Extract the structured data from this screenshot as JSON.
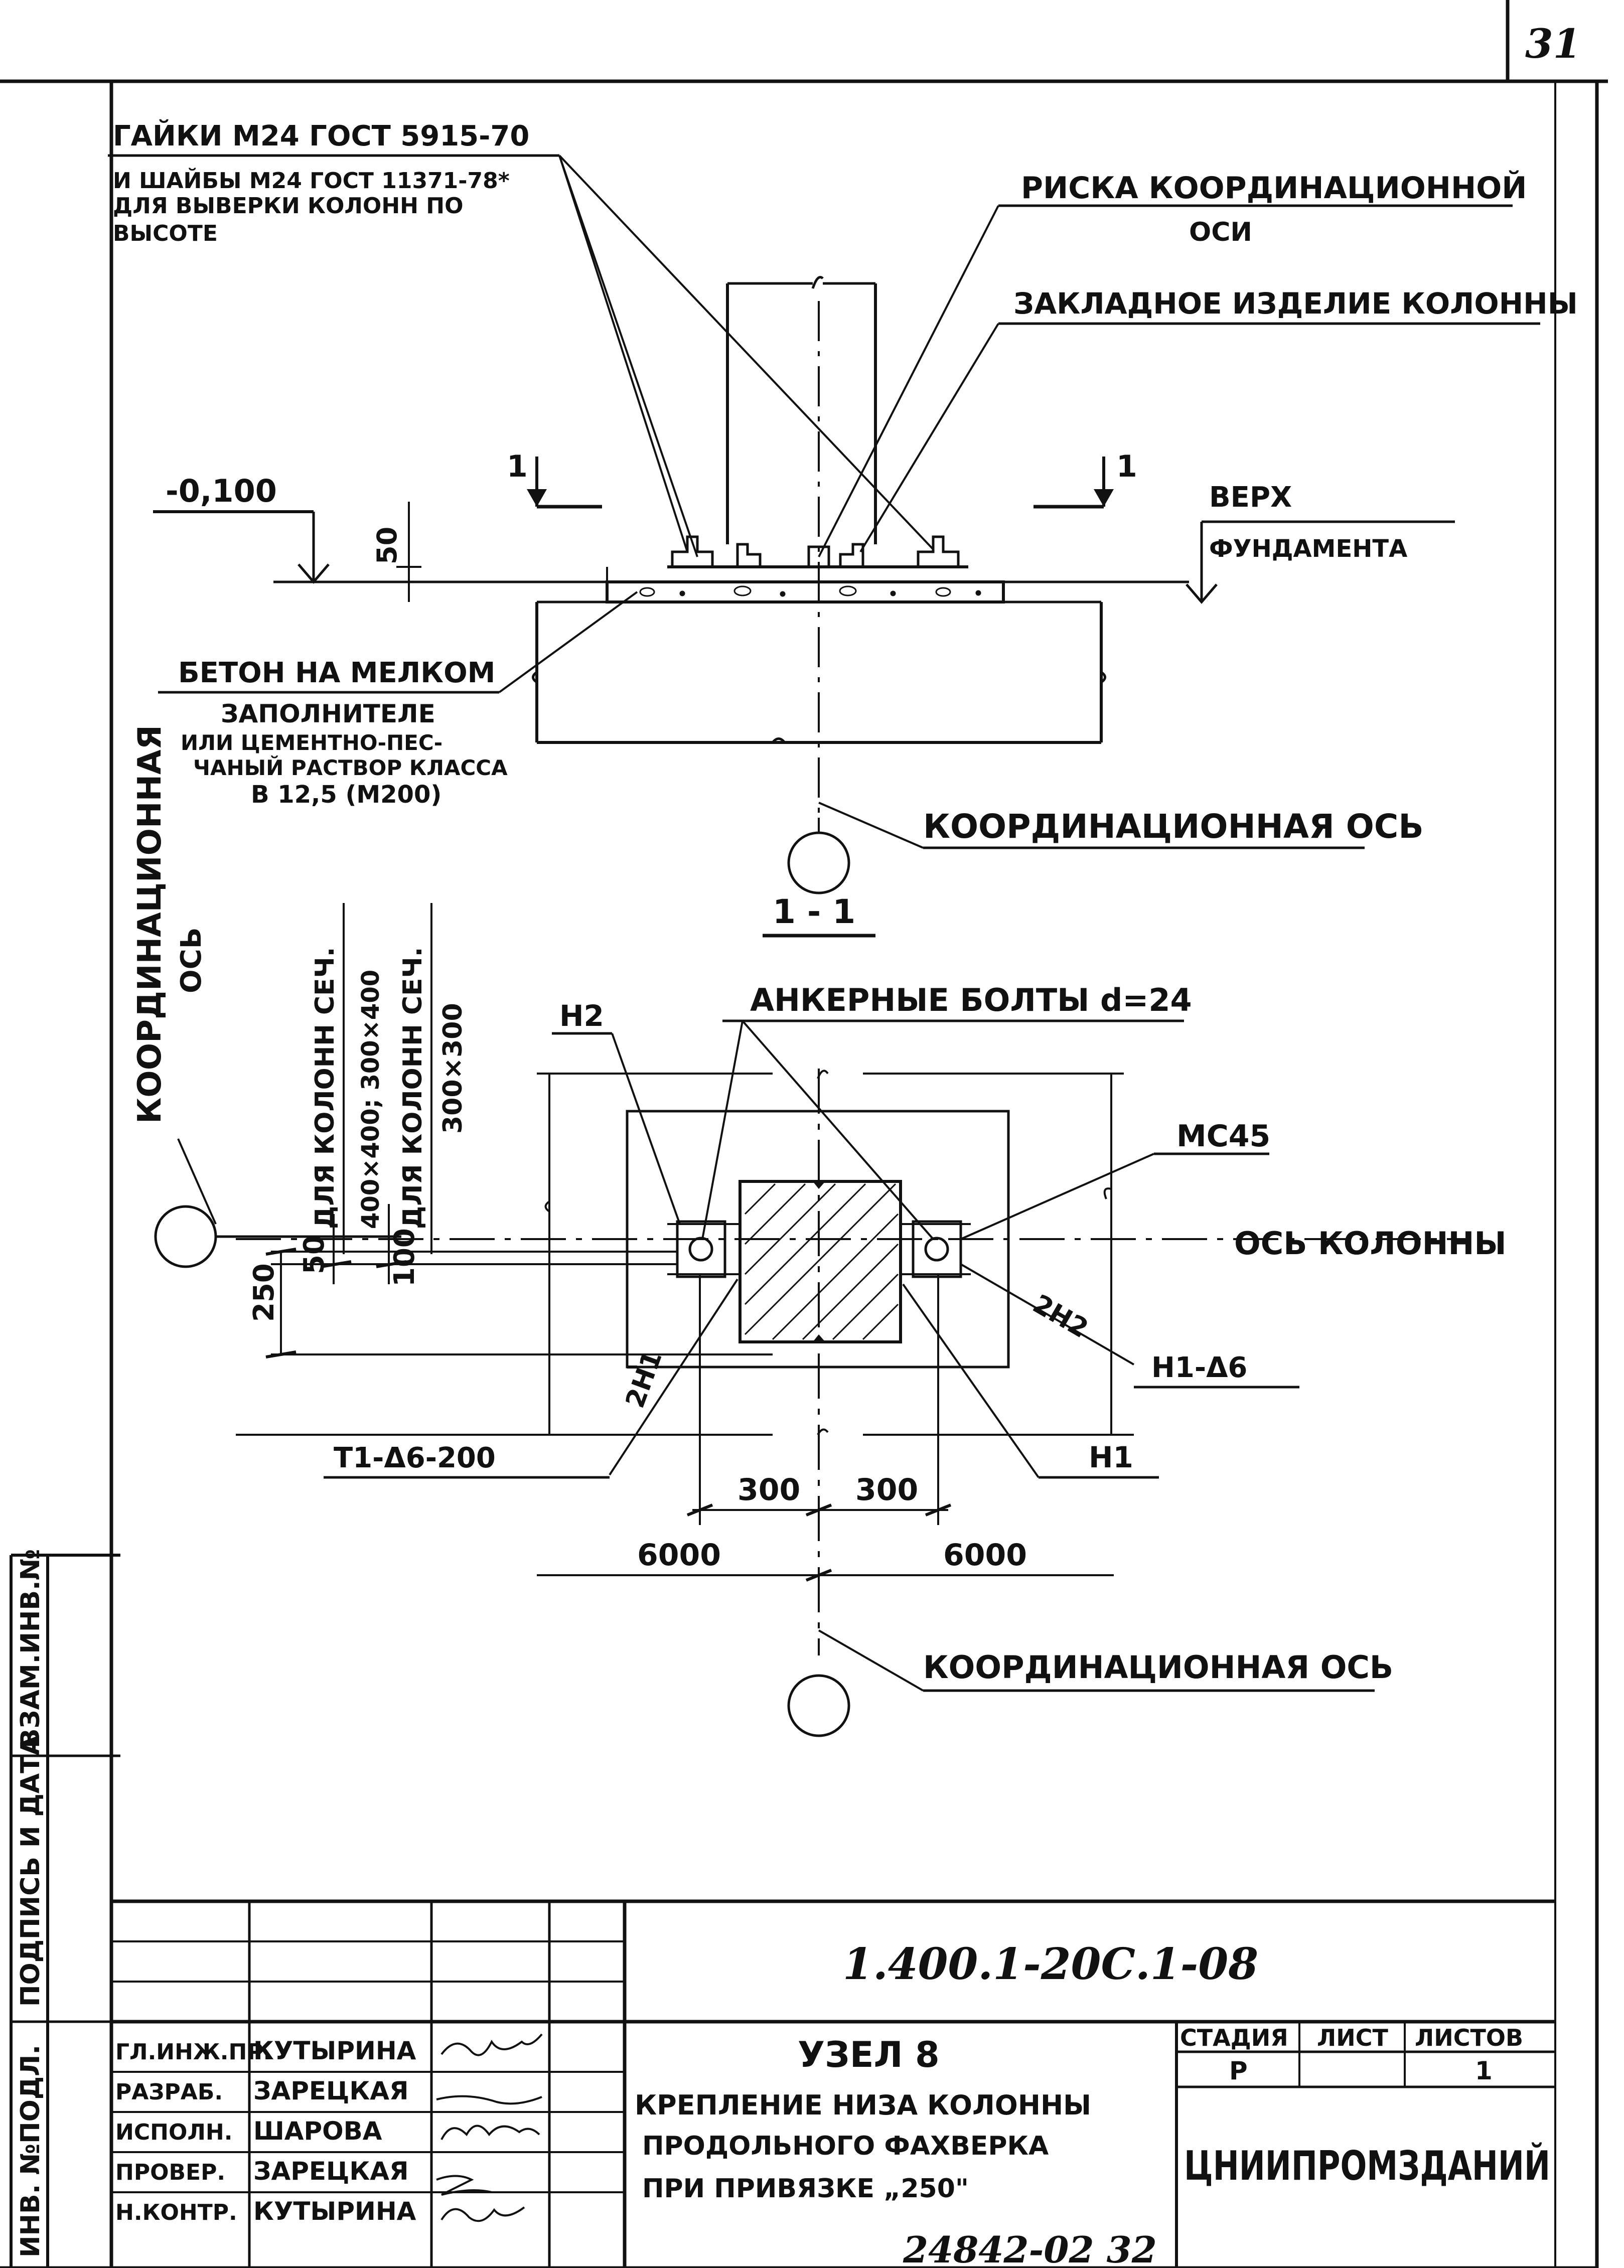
{
  "page_number": "31",
  "bottom_code": "24842-02  32",
  "labels": {
    "nuts_line1": "ГАЙКИ М24   ГОСТ 5915-70",
    "nuts_line2": "И ШАЙБЫ М24 ГОСТ 11371-78*",
    "nuts_line3": "ДЛЯ ВЫВЕРКИ КОЛОНН ПО",
    "nuts_line4": "ВЫСОТЕ",
    "risk_line1": "РИСКА КООРДИНАЦИОННОЙ",
    "risk_line2": "ОСИ",
    "embedded": "ЗАКЛАДНОЕ ИЗДЕЛИЕ КОЛОННЫ",
    "level": "-0,100",
    "top_line1": "ВЕРХ",
    "top_line2": "ФУНДАМЕНТА",
    "dim_50_top": "50",
    "section_mark_left": "1",
    "section_mark_right": "1",
    "concrete_line1": "БЕТОН НА МЕЛКОМ",
    "concrete_line2": "ЗАПОЛНИТЕЛЕ",
    "concrete_line3": "ИЛИ ЦЕМЕНТНО-ПЕС-",
    "concrete_line4": "ЧАНЫЙ РАСТВОР КЛАССА",
    "concrete_line5": "В 12,5 (М200)",
    "coord_axis_1": "КООРДИНАЦИОННАЯ ОСЬ",
    "section_title": "1 - 1",
    "coord_vert_line1": "КООРДИНАЦИОННАЯ",
    "coord_vert_line2": "ОСЬ",
    "col_sec_1a": "ДЛЯ КОЛОНН СЕЧ.",
    "col_sec_1b": "400×400; 300×400",
    "col_sec_2a": "ДЛЯ КОЛОНН СЕЧ.",
    "col_sec_2b": "300×300",
    "anchor_bolts": "АНКЕРНЫЕ БОЛТЫ d=24",
    "n2": "Н2",
    "mc45": "МС45",
    "column_axis": "ОСЬ КОЛОННЫ",
    "dim_50_plan": "50",
    "dim_100_plan": "100",
    "dim_250_plan": "250",
    "two_n2": "2Н2",
    "two_n1": "2Н1",
    "h1_d6": "Н1-Δ6",
    "t1_d6": "Т1-Δ6-200",
    "n1": "Н1",
    "dim_300_left": "300",
    "dim_300_right": "300",
    "dim_6000_left": "6000",
    "dim_6000_right": "6000",
    "coord_axis_2": "КООРДИНАЦИОННАЯ ОСЬ"
  },
  "side_stamp": {
    "inv_orig": "ИНВ. №ПОДЛ.",
    "sign_date": "ПОДПИСЬ И ДАТА",
    "replace_inv": "ВЗАМ.ИНВ.№"
  },
  "title_block": {
    "doc_code": "1.400.1-20С.1-08",
    "people": [
      {
        "role": "ГЛ.ИНЖ.ПР.",
        "name": "КУТЫРИНА"
      },
      {
        "role": "РАЗРАБ.",
        "name": "ЗАРЕЦКАЯ"
      },
      {
        "role": "ИСПОЛН.",
        "name": "ШАРОВА"
      },
      {
        "role": "ПРОВЕР.",
        "name": "ЗАРЕЦКАЯ"
      },
      {
        "role": "Н.КОНТР.",
        "name": "КУТЫРИНА"
      }
    ],
    "node_title": "УЗЕЛ 8",
    "desc_line1": "КРЕПЛЕНИЕ НИЗА КОЛОННЫ",
    "desc_line2": "ПРОДОЛЬНОГО ФАХВЕРКА",
    "desc_line3": "ПРИ ПРИВЯЗКЕ „250\"",
    "stage_header": "СТАДИЯ",
    "sheet_header": "ЛИСТ",
    "sheets_header": "ЛИСТОВ",
    "stage": "Р",
    "sheet": "",
    "sheets": "1",
    "org": "ЦНИИПРОМЗДАНИЙ"
  }
}
